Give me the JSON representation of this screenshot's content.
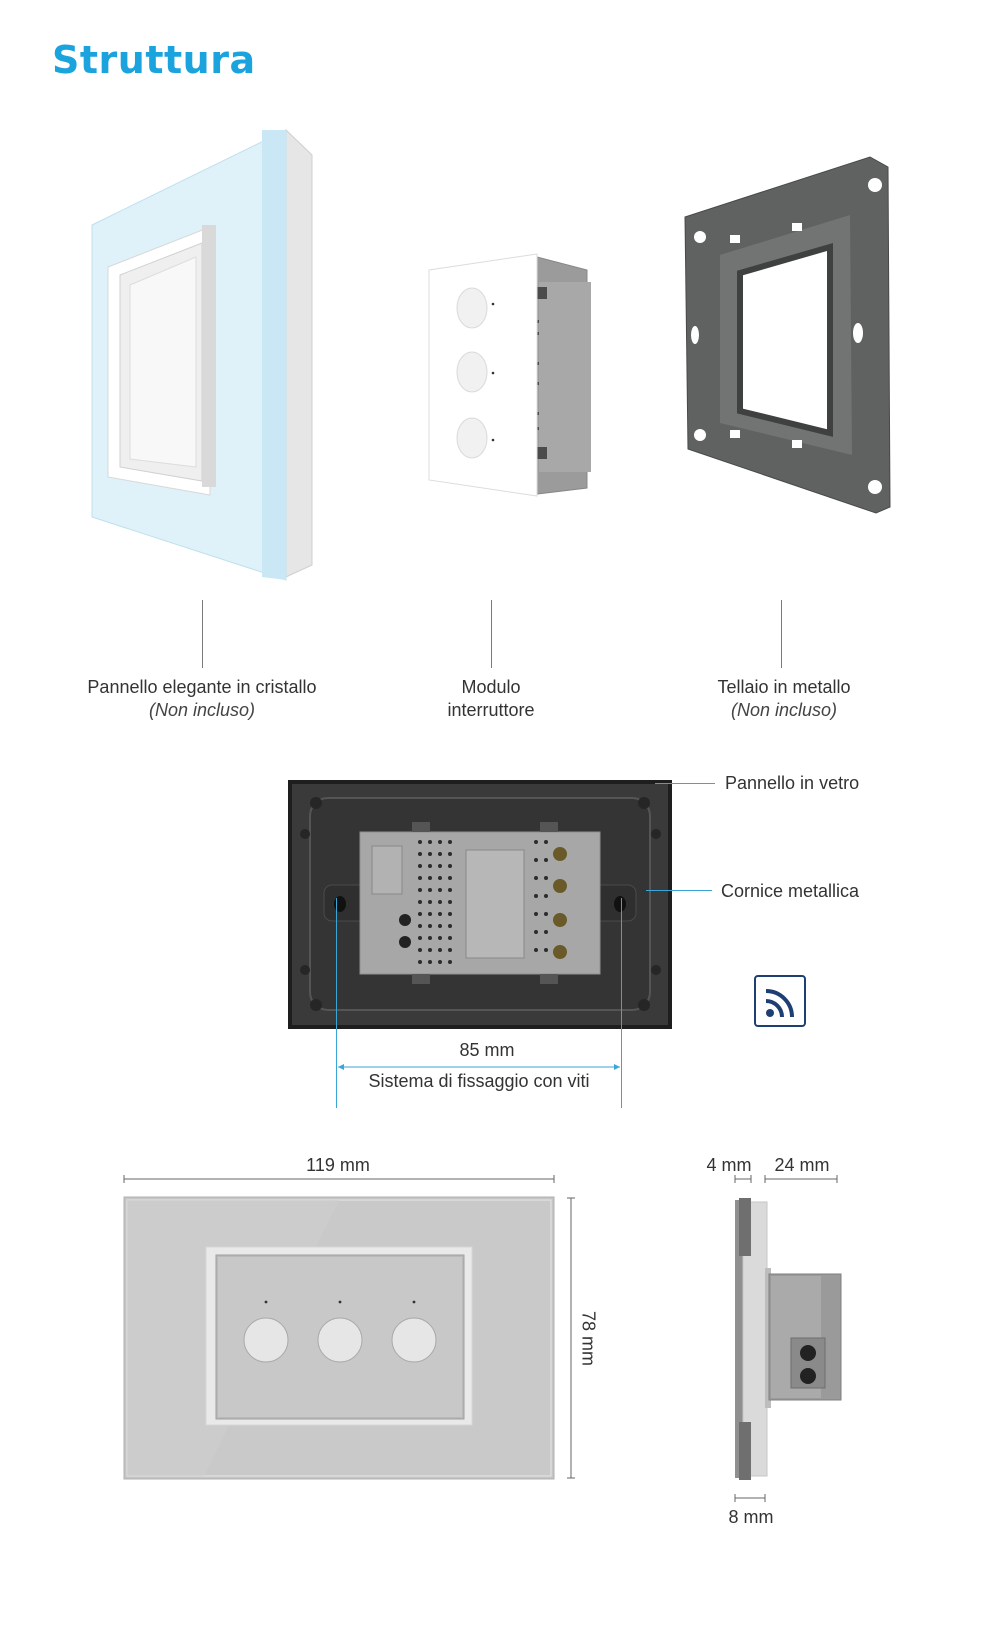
{
  "header": {
    "title": "Struttura"
  },
  "components": [
    {
      "label": "Pannello elegante in cristallo",
      "note": "(Non incluso)"
    },
    {
      "label_line1": "Modulo",
      "label_line2": "interruttore"
    },
    {
      "label": "Tellaio in metallo",
      "note": "(Non incluso)"
    }
  ],
  "back_view": {
    "glass_panel_label": "Pannello in vetro",
    "metal_frame_label": "Cornice metallica",
    "spacing": "85 mm",
    "mount_system": "Sistema di fissaggio con viti",
    "remote_icon": "rf-remote-icon"
  },
  "dimensions": {
    "width": "119 mm",
    "height": "78 mm",
    "glass_depth": "4 mm",
    "module_depth": "24 mm",
    "frame_depth": "8 mm"
  },
  "colors": {
    "accent": "#1aa3dd",
    "leader_line": "#3aa6d8",
    "glass_grey": "#c5c5c5"
  }
}
